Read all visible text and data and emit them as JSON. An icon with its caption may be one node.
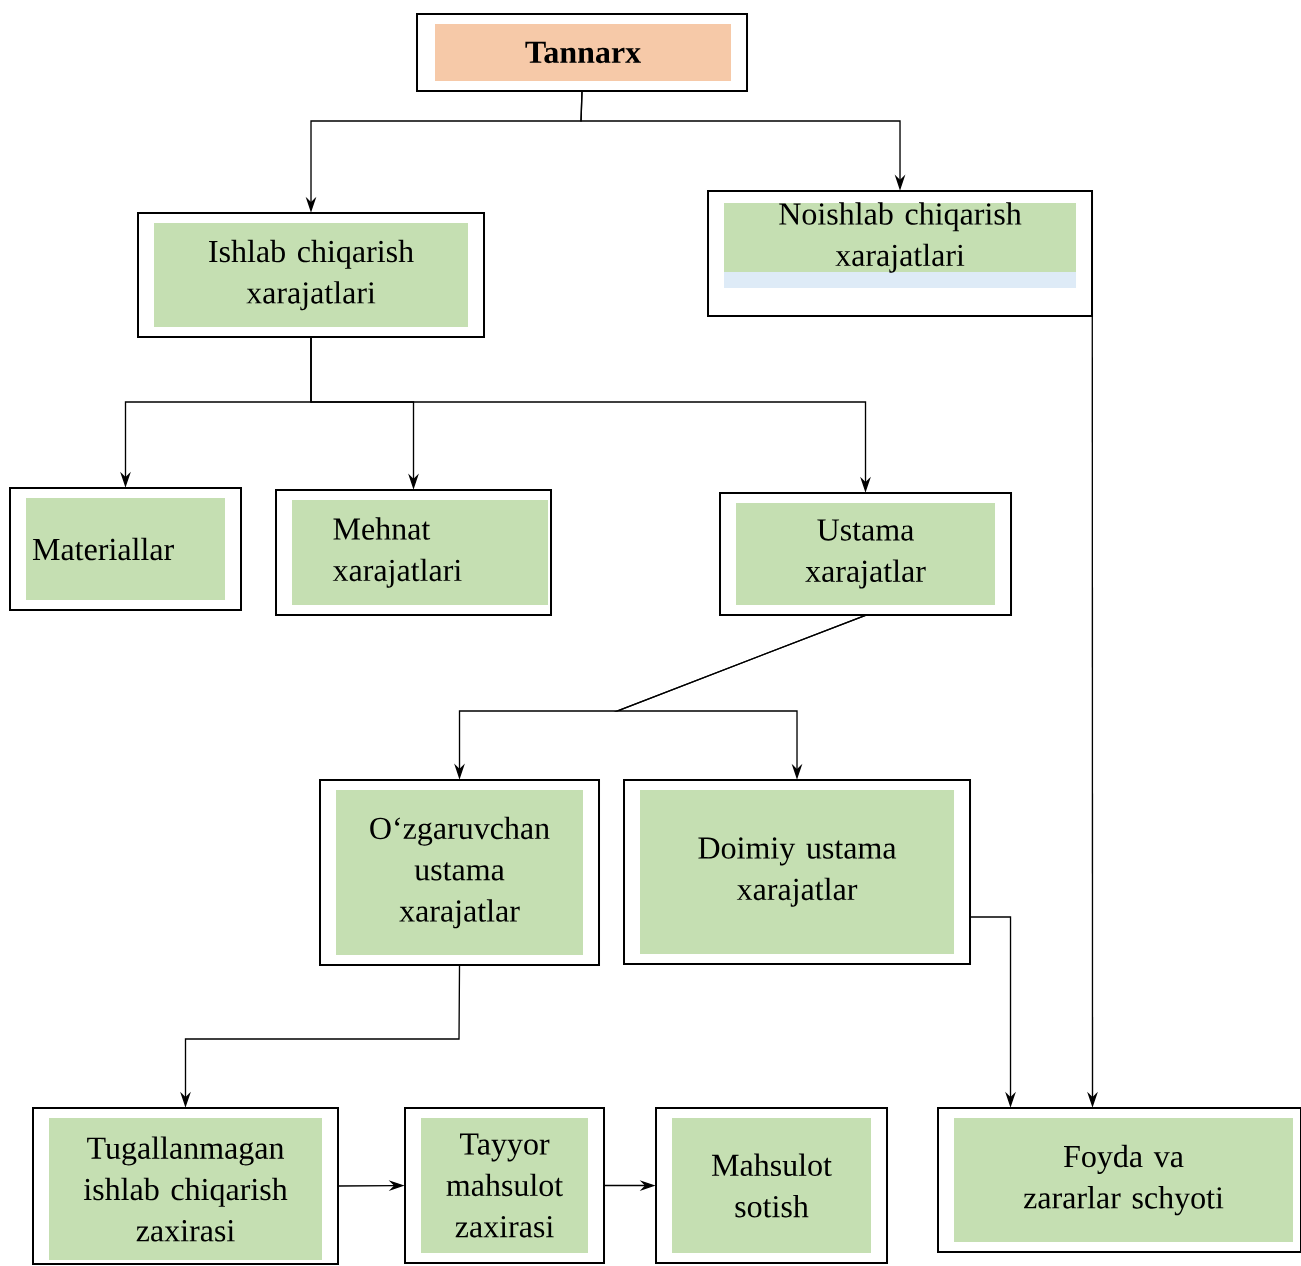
{
  "diagram": {
    "nodes": [
      {
        "text": [
          "Tannarx"
        ]
      },
      {
        "text": [
          "Ishlab chiqarish xarajatlari"
        ]
      },
      {
        "text": [
          "Noishlab chiqarish xarajatlari"
        ]
      },
      {
        "text": [
          "Materiallar"
        ]
      },
      {
        "text": [
          "Mehnat xarajatlari"
        ]
      },
      {
        "text": [
          "Ustama xarajatlar"
        ]
      },
      {
        "text": [
          "O‘zgaruvchan ustama xarajatlar"
        ]
      },
      {
        "text": [
          "Doimiy ustama xarajatlar"
        ]
      },
      {
        "text": [
          "Tugallanmagan ishlab chiqarish zaxirasi"
        ]
      },
      {
        "text": [
          "Tayyor mahsulot zaxirasi"
        ]
      },
      {
        "text": [
          "Mahsulot sotish"
        ]
      },
      {
        "text": [
          "Foyda va zararlar schyoti"
        ]
      }
    ],
    "edges": [
      {
        "from": 0,
        "to": 1,
        "arrow": "to"
      },
      {
        "from": 0,
        "to": 2,
        "arrow": "to"
      },
      {
        "from": 1,
        "to": 3,
        "arrow": "to"
      },
      {
        "from": 1,
        "to": 4,
        "arrow": "to"
      },
      {
        "from": 1,
        "to": 5,
        "arrow": "to"
      },
      {
        "from": 5,
        "to": 6,
        "arrow": "to"
      },
      {
        "from": 5,
        "to": 7,
        "arrow": "to"
      },
      {
        "from": 6,
        "to": 8,
        "arrow": "to"
      },
      {
        "from": 7,
        "to": 11,
        "arrow": "to"
      },
      {
        "from": 2,
        "to": 11,
        "arrow": "to"
      },
      {
        "from": 8,
        "to": 9,
        "arrow": "to"
      },
      {
        "from": 9,
        "to": 10,
        "arrow": "to"
      }
    ]
  }
}
